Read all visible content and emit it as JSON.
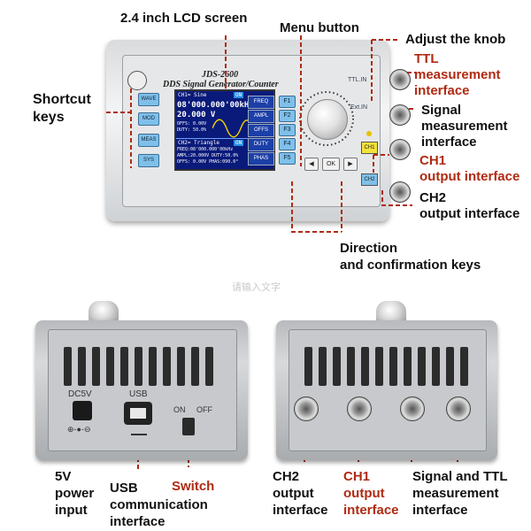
{
  "labels": {
    "lcd_screen": "2.4 inch LCD screen",
    "menu_button": "Menu button",
    "adjust_knob": "Adjust the knob",
    "ttl_line1": "TTL",
    "ttl_line2": "measurement",
    "ttl_line3": "interface",
    "signal_line1": "Signal",
    "signal_line2": "measurement",
    "signal_line3": "interface",
    "ch1_line1": "CH1",
    "ch1_line2": "output interface",
    "ch2_line1": "CH2",
    "ch2_line2": "output interface",
    "shortcut_line1": "Shortcut",
    "shortcut_line2": "keys",
    "direction_line1": "Direction",
    "direction_line2": "and confirmation keys",
    "power_line1": "5V",
    "power_line2": "power",
    "power_line3": "input",
    "usb_line1": "USB",
    "usb_line2": "communication",
    "usb_line3": "interface",
    "switch": "Switch",
    "back_ch2_line1": "CH2",
    "back_ch2_line2": "output",
    "back_ch2_line3": "interface",
    "back_ch1_line1": "CH1",
    "back_ch1_line2": "output",
    "back_ch1_line3": "interface",
    "back_sig_line1": "Signal and TTL",
    "back_sig_line2": "measurement",
    "back_sig_line3": "interface"
  },
  "device": {
    "model": "JDS-2600",
    "subtitle": "DDS Signal Generator/Counter",
    "shortcut_keys": [
      "WAVE",
      "MOD",
      "MEAS",
      "SYS"
    ],
    "f_keys": [
      "F1",
      "F2",
      "F3",
      "F4",
      "F5"
    ],
    "menu_items": [
      "FREQ",
      "AMPL",
      "OFFS",
      "DUTY",
      "PHAS"
    ],
    "nav_buttons": [
      "◀",
      "OK",
      "▶"
    ],
    "port_ttl": "TTL.IN",
    "port_ext": "Ext.IN",
    "tag_ch1": "CH1",
    "tag_ch2": "CH2"
  },
  "lcd": {
    "ch1_header": "CH1= Sine",
    "ch1_on": "ON",
    "freq": "08'000.000'00kHz",
    "ampl": "20.000 V",
    "offs": "OFFS: 0.00V",
    "duty": "DUTY: 50.0%",
    "ch2_header": "CH2= Triangle",
    "ch2_on": "ON",
    "ch2_line1": "FREQ:08'000.000'00kHz",
    "ch2_line2": "AMPL:20.000V DUTY:50.0%",
    "ch2_line3": "OFFS: 0.00V PHAS:090.0°"
  },
  "back": {
    "dc5v": "DC5V",
    "usb": "USB",
    "on": "ON",
    "off": "OFF",
    "plus_minus": "⊕-●-⊖"
  },
  "watermark": "请输入文字",
  "colors": {
    "label_black": "#111111",
    "label_red": "#b02a12",
    "lcd_bg": "#0a1a7a",
    "key_blue": "#7fc0ea",
    "ch1_tag": "#f3e23a",
    "ch2_tag": "#7fc0ea"
  }
}
